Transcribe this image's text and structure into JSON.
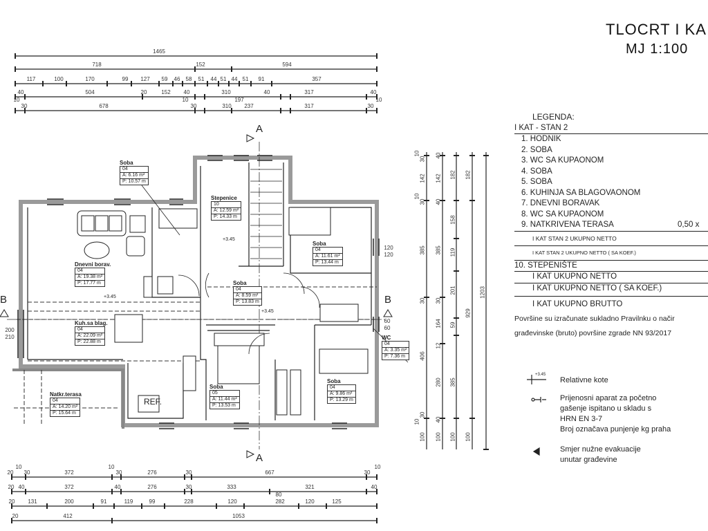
{
  "title": {
    "line1": "TLOCRT I KA",
    "line2": "MJ 1:100"
  },
  "section_marks": {
    "a": "A",
    "b": "B"
  },
  "elevation": "+3.45",
  "rooms": [
    {
      "name": "Soba",
      "code": "04",
      "area": "A:   6.16 m²",
      "perimeter": "P:   10.57 m"
    },
    {
      "name": "Stepenice",
      "code": "10",
      "area": "A:   12.59 m²",
      "perimeter": "P:   14.33 m"
    },
    {
      "name": "Dnevni borav.",
      "code": "04",
      "area": "A:   19.38 m²",
      "perimeter": "P:   17.77 m"
    },
    {
      "name": "Soba",
      "code": "04",
      "area": "A:   11.61 m²",
      "perimeter": "P:   13.44 m"
    },
    {
      "name": "Soba",
      "code": "04",
      "area": "A:   8.59 m²",
      "perimeter": "P:   13.83 m"
    },
    {
      "name": "Kuh.sa blag.",
      "code": "04",
      "area": "A:   22.09 m²",
      "perimeter": "P:   22.88 m"
    },
    {
      "name": "WC",
      "code": "04",
      "area": "A:   3.35 m²",
      "perimeter": "P:   7.36 m"
    },
    {
      "name": "Natkr.terasa",
      "code": "04",
      "area": "A:   14.20 m²",
      "perimeter": "P:   15.64 m"
    },
    {
      "name": "Soba",
      "code": "05",
      "area": "A:   11.44 m²",
      "perimeter": "P:   13.53 m"
    },
    {
      "name": "Soba",
      "code": "04",
      "area": "A:   9.86 m²",
      "perimeter": "P:   13.29 m"
    }
  ],
  "ref_label": "REF.",
  "dims_top": [
    [
      "1465"
    ],
    [
      "718",
      "152",
      "594"
    ],
    [
      "117",
      "100",
      "170",
      "99",
      "127",
      "59",
      "46",
      "58",
      "51",
      "44",
      "51",
      "44",
      "51",
      "91",
      "357"
    ],
    [
      "40",
      "504",
      "20",
      "152",
      "40",
      "310",
      "40",
      "317",
      "40"
    ],
    [
      "10",
      "30",
      "678",
      "10",
      "30",
      "310",
      "197",
      "237",
      "317",
      "30",
      "10"
    ]
  ],
  "dims_bottom": [
    [
      "20",
      "10",
      "30",
      "372",
      "10",
      "30",
      "276",
      "30",
      "667",
      "30",
      "10"
    ],
    [
      "20",
      "40",
      "372",
      "40",
      "276",
      "30",
      "333",
      "321",
      "40"
    ],
    [
      "20",
      "131",
      "200",
      "91",
      "119",
      "99",
      "228",
      "120",
      "80",
      "282",
      "120",
      "125"
    ],
    [
      "20",
      "412",
      "1053"
    ]
  ],
  "dims_right": [
    [
      "10",
      "30",
      "142",
      "10",
      "30",
      "385",
      "30",
      "406",
      "30",
      "10",
      "100"
    ],
    [
      "40",
      "142",
      "40",
      "385",
      "30",
      "164",
      "12",
      "280",
      "40",
      "100"
    ],
    [
      "182",
      "158",
      "119",
      "201",
      "59",
      "385",
      "100"
    ],
    [
      "182",
      "929",
      "100"
    ],
    [
      "1203"
    ]
  ],
  "window_dims": {
    "right": [
      "120",
      "120"
    ],
    "right_lower": [
      "60",
      "60"
    ],
    "left": [
      "200",
      "210"
    ]
  },
  "legend": {
    "heading": "LEGENDA:",
    "section": "I KAT  - STAN  2",
    "items": [
      "1.  HODNIK",
      "2.  SOBA",
      "3.  WC SA KUPAONOM",
      "4.  SOBA",
      "5.  SOBA",
      "6.  KUHINJA SA BLAGOVAONOM",
      "7.  DNEVNI  BORAVAK",
      "8.  WC SA KUPAONOM",
      "9.  NATKRIVENA  TERASA"
    ],
    "terrace_coef": "0,50  x",
    "stan_netto": "I  KAT  STAN 2  UKUPNO NETTO",
    "stan_netto_koef": "I  KAT  STAN 2  UKUPNO NETTO ( SA KOEF.)",
    "item10": "10.  STEPENIŠTE",
    "kat_netto": "I KAT  UKUPNO NETTO",
    "kat_netto_koef": "I KAT  UKUPNO NETTO ( SA KOEF.)",
    "kat_brutto": "I KAT  UKUPNO  BRUTTO",
    "note1": "Površine su izračunate sukladno  Pravilnku o načir",
    "note2": "građevinske (bruto) površine zgrade NN 93/2017"
  },
  "symbols": {
    "elevation_value": "+3.45",
    "elevation_label": "Relativne  kote",
    "extinguisher_lines": [
      "Prijenosni aparat za početno",
      "gašenje ispitano u skladu s",
      "HRN EN 3-7",
      "Broj označava punjenje kg praha"
    ],
    "evacuation_lines": [
      "Smjer  nužne evakuacije",
      "unutar građevine"
    ]
  }
}
